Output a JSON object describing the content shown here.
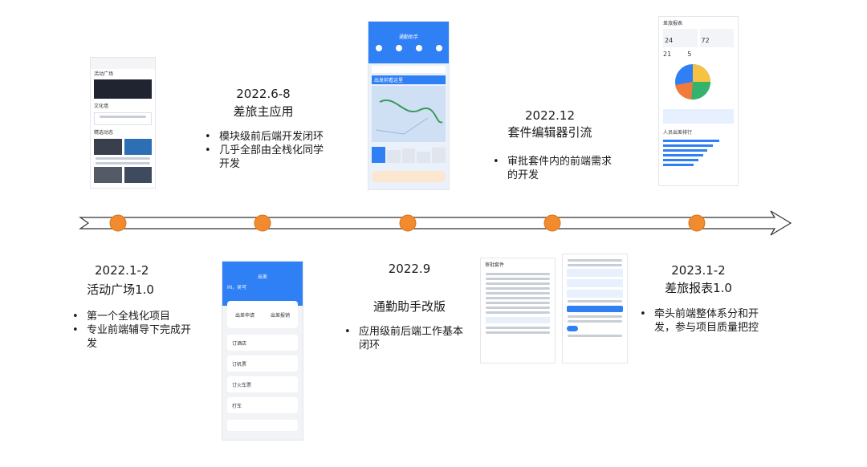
{
  "events": [
    {
      "id": "e1",
      "date": "2022.1-2",
      "title": "活动广场1.0",
      "bullets": [
        "第一个全栈化项目",
        "专业前端辅导下完成开发"
      ]
    },
    {
      "id": "e2",
      "date": "2022.6-8",
      "title": "差旅主应用",
      "bullets": [
        "模块级前后端开发闭环",
        "几乎全部由全栈化同学开发"
      ]
    },
    {
      "id": "e3",
      "date": "2022.9",
      "title": "通勤助手改版",
      "bullets": [
        "应用级前后端工作基本闭环"
      ]
    },
    {
      "id": "e4",
      "date": "2022.12",
      "title": "套件编辑器引流",
      "bullets": [
        "审批套件内的前端需求的开发"
      ]
    },
    {
      "id": "e5",
      "date": "2023.1-2",
      "title": "差旅报表1.0",
      "bullets": [
        "牵头前端整体系分和开发，参与项目质量把控"
      ]
    }
  ],
  "colors": {
    "milestone": "#f28a2e",
    "milestone_border": "#d9731c",
    "arrow": "#333333",
    "accent": "#2f7ff5"
  },
  "screenshots": {
    "s1": {
      "title": "活动广场",
      "section": "文化墙",
      "sub": "精选动态"
    },
    "s2": {
      "title": "出差",
      "user": "Hi，吴可",
      "btn1": "出差申请",
      "btn2": "出差报销",
      "rows": [
        "订酒店",
        "订机票",
        "订火车票",
        "打车"
      ]
    },
    "s3": {
      "title": "通勤助手",
      "banner": "出发前看这里"
    },
    "s4": {
      "title": "审批套件"
    },
    "s5": {
      "title": "差旅报表",
      "k1": "24",
      "k2": "72",
      "k3": "21",
      "k4": "5",
      "section": "人员出差排行"
    }
  }
}
